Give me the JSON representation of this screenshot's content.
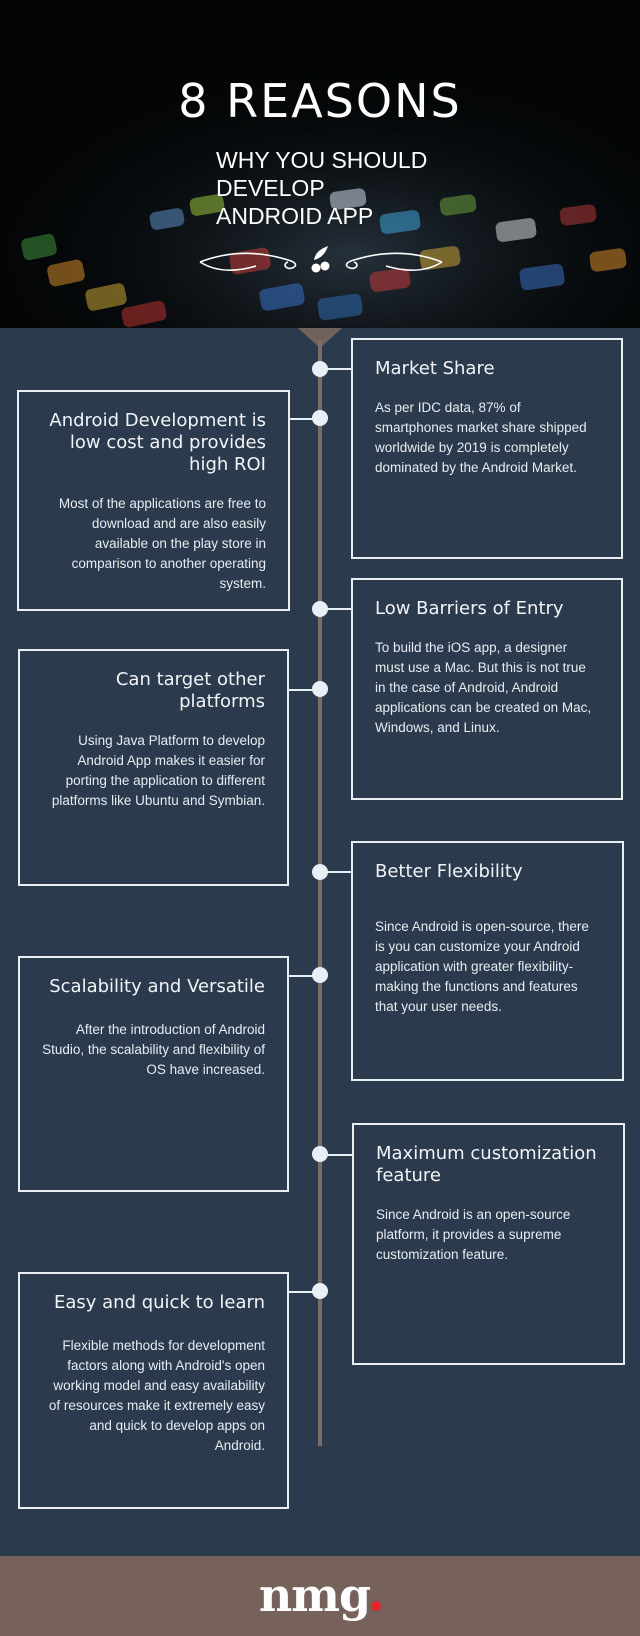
{
  "header": {
    "title": "8 REASONS",
    "subtitle_lines": [
      "WHY YOU SHOULD",
      "DEVELOP",
      "ANDROID APP"
    ]
  },
  "colors": {
    "background": "#2c3a4d",
    "header_bg": "#030506",
    "footer_bg": "#76625b",
    "spine": "#7a6c66",
    "logo_dot": "#e4262b"
  },
  "reasons": [
    {
      "side": "right",
      "title": "Market Share",
      "body": "As per IDC data, 87% of smartphones market share shipped worldwide by 2019 is completely dominated by the Android Market."
    },
    {
      "side": "left",
      "title": "Android Development is low cost and provides high ROI",
      "body": "Most of the applications are free to download and are also easily available on the play store in comparison to another operating system."
    },
    {
      "side": "right",
      "title": "Low Barriers of Entry",
      "body": "To build the iOS app, a designer must use a Mac. But this is not true in the case of Android, Android applications can be created on Mac, Windows, and Linux."
    },
    {
      "side": "left",
      "title": "Can target other platforms",
      "body": "Using Java Platform to develop Android App makes it easier for porting the application to different platforms like Ubuntu and Symbian."
    },
    {
      "side": "right",
      "title": "Better Flexibility",
      "body": "Since Android is open-source, there is you can customize your Android application with greater flexibility- making the functions and features that your user needs."
    },
    {
      "side": "left",
      "title": "Scalability and Versatile",
      "body": "After the introduction of Android Studio, the scalability and flexibility of OS have increased."
    },
    {
      "side": "right",
      "title": "Maximum customization feature",
      "body": "Since Android is an open-source platform, it provides a supreme customization feature."
    },
    {
      "side": "left",
      "title": "Easy and quick to learn",
      "body": "Flexible methods for development factors along with Android's open working model and easy availability of resources make it extremely easy and quick to develop apps on Android."
    }
  ],
  "footer": {
    "logo_text": "nmg"
  }
}
